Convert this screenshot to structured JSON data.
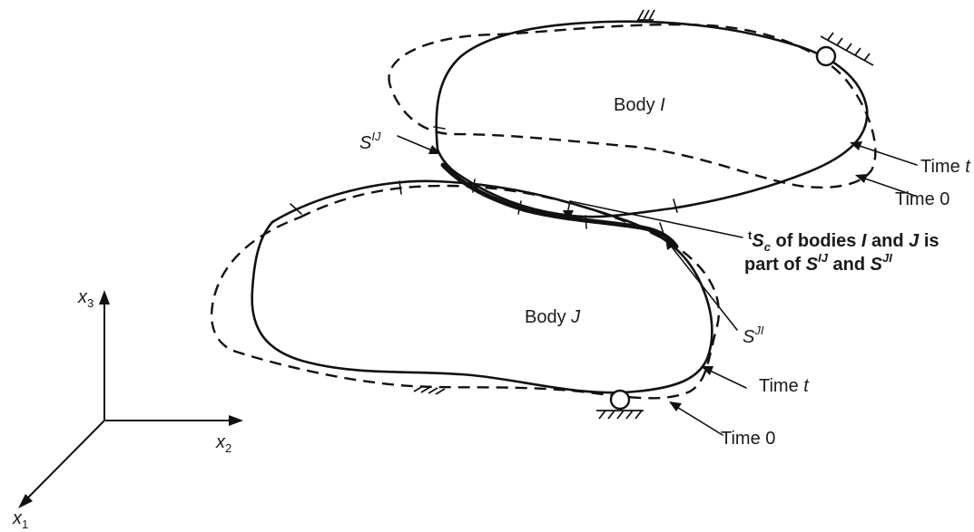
{
  "labels": {
    "body_i": {
      "text": "Body ",
      "name": "I"
    },
    "body_j": {
      "text": "Body ",
      "name": "J"
    },
    "s_ij": {
      "base": "S",
      "sup": "IJ"
    },
    "s_ji": {
      "base": "S",
      "sup": "JI"
    },
    "time_t_upper": {
      "text": "Time ",
      "var": "t"
    },
    "time_0_upper": "Time 0",
    "time_t_lower": {
      "text": "Time ",
      "var": "t"
    },
    "time_0_lower": "Time 0",
    "contact_line1": {
      "pre": "t",
      "base": "S",
      "sub": "c",
      "mid": " of bodies ",
      "i": "I",
      "and": " and ",
      "j": "J",
      "end": " is"
    },
    "contact_line2": {
      "pre": "part of ",
      "s1": "S",
      "s1sup": "IJ",
      "and": " and ",
      "s2": "S",
      "s2sup": "JI"
    }
  },
  "axes": {
    "x1": {
      "base": "x",
      "sub": "1"
    },
    "x2": {
      "base": "x",
      "sub": "2"
    },
    "x3": {
      "base": "x",
      "sub": "3"
    }
  }
}
